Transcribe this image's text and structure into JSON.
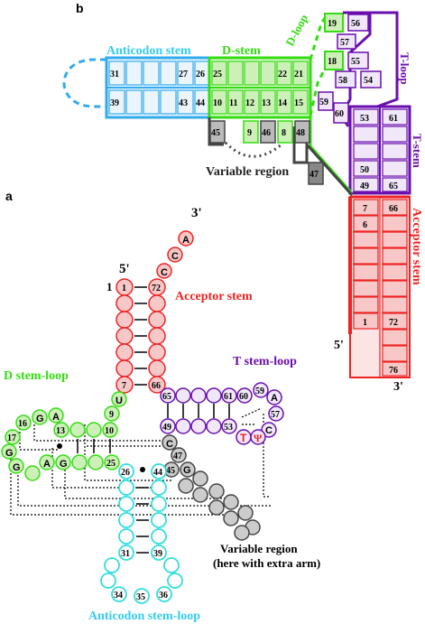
{
  "panel_b": {
    "letter": "b",
    "stem_labels": {
      "anticodon": "Anticodon stem",
      "d_stem": "D-stem",
      "d_loop": "D-loop",
      "t_loop": "T-loop",
      "t_stem": "T-stem",
      "acceptor": "Acceptor stem"
    },
    "variable_region": "Variable region",
    "ends": {
      "five": "5'",
      "three": "3'"
    },
    "numbers": {
      "n31": "31",
      "n27": "27",
      "n26": "26",
      "n25": "25",
      "n22": "22",
      "n21": "21",
      "n39": "39",
      "n43": "43",
      "n44": "44",
      "n10": "10",
      "n11": "11",
      "n12": "12",
      "n13": "13",
      "n14": "14",
      "n15": "15",
      "n19": "19",
      "n56": "56",
      "n57": "57",
      "n18": "18",
      "n55": "55",
      "n58": "58",
      "n54": "54",
      "n59": "59",
      "n60": "60",
      "n53": "53",
      "n61": "61",
      "n50": "50",
      "n49": "49",
      "n65": "65",
      "n45": "45",
      "n9": "9",
      "n46": "46",
      "n8": "8",
      "n48": "48",
      "n47": "47",
      "n7": "7",
      "n66": "66",
      "n6": "6",
      "n1": "1",
      "n72": "72",
      "n76": "76"
    },
    "colors": {
      "anticodon": "#33aaee",
      "d_arm": "#33dd11",
      "t_arm": "#6a0fae",
      "acceptor": "#ee2222",
      "variable": "#444444"
    }
  },
  "panel_a": {
    "letter": "a",
    "labels": {
      "acceptor_stem": "Acceptor stem",
      "t_stem_loop": "T stem-loop",
      "d_stem_loop": "D stem-loop",
      "variable_region": "Variable region",
      "variable_note": "(here with extra arm)",
      "anticodon_stem_loop": "Anticodon stem-loop"
    },
    "ends": {
      "three": "3'",
      "five": "5'",
      "one": "1"
    },
    "bases": {
      "A": "A",
      "C": "C",
      "U": "U",
      "G": "G",
      "T": "T",
      "Psi": "Ψ"
    },
    "numbers": {
      "n1": "1",
      "n72": "72",
      "n7": "7",
      "n66": "66",
      "n9": "9",
      "n10": "10",
      "n13": "13",
      "n16": "16",
      "n17": "17",
      "n25": "25",
      "n26": "26",
      "n44": "44",
      "n45": "45",
      "n47": "47",
      "n49": "49",
      "n53": "53",
      "n57": "57",
      "n59": "59",
      "n60": "60",
      "n61": "61",
      "n65": "65",
      "n31": "31",
      "n39": "39",
      "n34": "34",
      "n35": "35",
      "n36": "36"
    }
  }
}
